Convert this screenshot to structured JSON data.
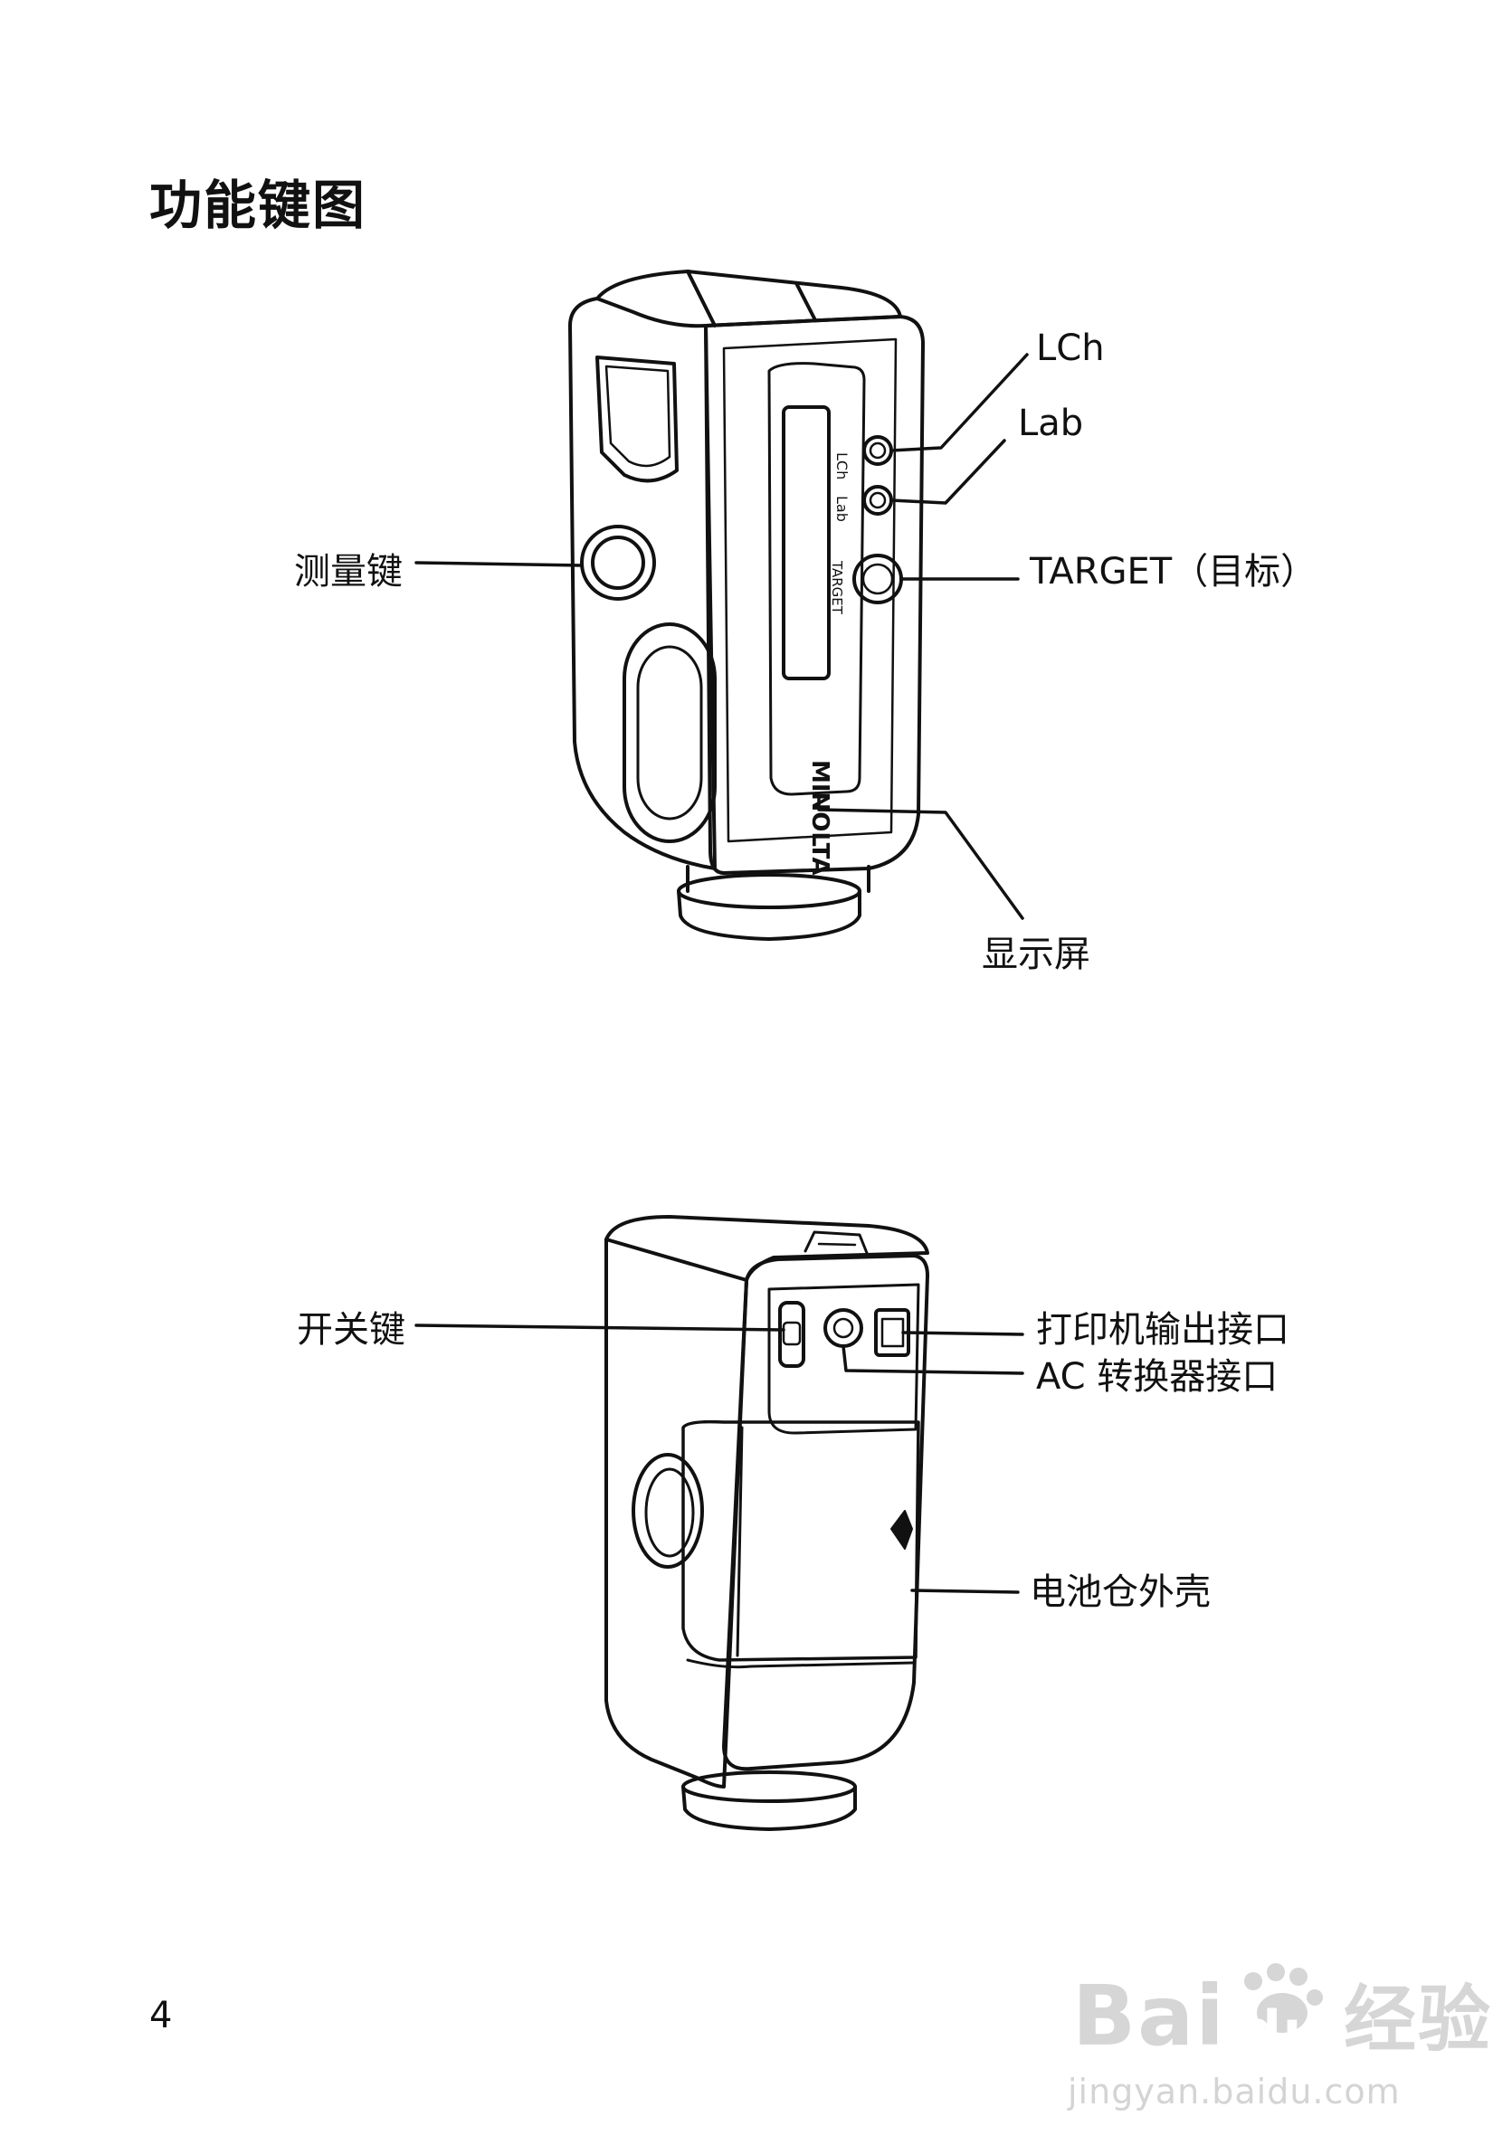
{
  "title": "功能键图",
  "top_figure": {
    "labels": {
      "lch": "LCh",
      "lab": "Lab",
      "target": "TARGET（目标）",
      "measure": "测量键",
      "display": "显示屏"
    }
  },
  "bottom_figure": {
    "labels": {
      "power": "开关键",
      "printer": "打印机输出接口",
      "ac": "AC 转换器接口",
      "battery": "电池仓外壳"
    }
  },
  "page_number": "4",
  "watermark": {
    "url": "jingyan.baidu.com"
  }
}
